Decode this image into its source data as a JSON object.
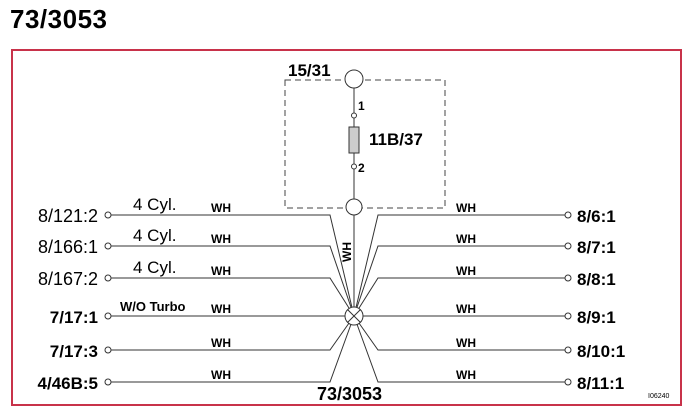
{
  "page_title": "73/3053",
  "frame_color": "#c8324a",
  "wire_color": "#333333",
  "top_connector": "15/31",
  "component": {
    "name": "11B/37",
    "pin1": "1",
    "pin2": "2"
  },
  "vertical_wire_label": "WH",
  "splice_label": "73/3053",
  "left_terminals": [
    {
      "id": "8/121:2",
      "note": "4 Cyl.",
      "wire": "WH",
      "bold": false
    },
    {
      "id": "8/166:1",
      "note": "4 Cyl.",
      "wire": "WH",
      "bold": false
    },
    {
      "id": "8/167:2",
      "note": "4 Cyl.",
      "wire": "WH",
      "bold": false
    },
    {
      "id": "7/17:1",
      "note": "W/O Turbo",
      "wire": "WH",
      "bold": true
    },
    {
      "id": "7/17:3",
      "note": "",
      "wire": "WH",
      "bold": true
    },
    {
      "id": "4/46B:5",
      "note": "",
      "wire": "WH",
      "bold": true
    }
  ],
  "right_terminals": [
    {
      "id": "8/6:1",
      "wire": "WH"
    },
    {
      "id": "8/7:1",
      "wire": "WH"
    },
    {
      "id": "8/8:1",
      "wire": "WH"
    },
    {
      "id": "8/9:1",
      "wire": "WH"
    },
    {
      "id": "8/10:1",
      "wire": "WH"
    },
    {
      "id": "8/11:1",
      "wire": "WH"
    }
  ],
  "image_code": "I06240"
}
